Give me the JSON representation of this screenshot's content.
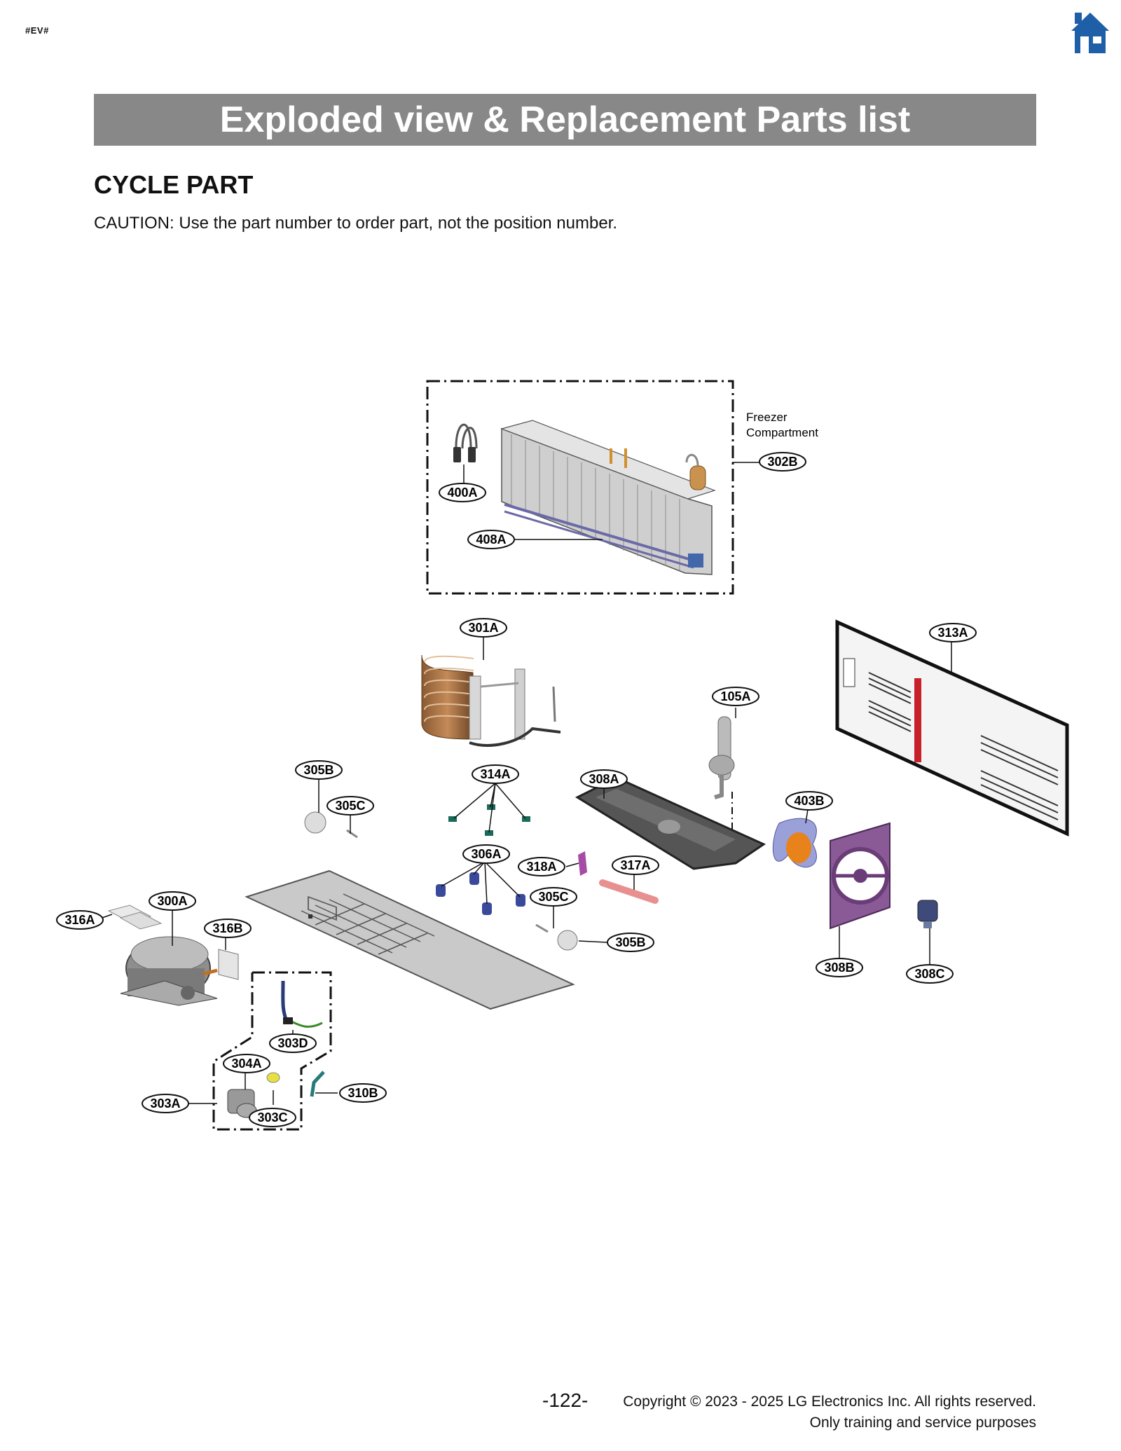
{
  "header": {
    "tag": "#EV#",
    "home_icon": "home-icon",
    "title": "Exploded view & Replacement Parts list"
  },
  "section": {
    "title": "CYCLE PART",
    "caution": "CAUTION: Use the part number to order part, not the position number."
  },
  "diagram": {
    "freezer_label_line1": "Freezer",
    "freezer_label_line2": "Compartment",
    "callouts": {
      "c400A": "400A",
      "c408A": "408A",
      "c302B": "302B",
      "c301A": "301A",
      "c313A": "313A",
      "c105A": "105A",
      "c305B_top": "305B",
      "c305C_top": "305C",
      "c314A": "314A",
      "c308A": "308A",
      "c403B": "403B",
      "c306A": "306A",
      "c318A": "318A",
      "c317A": "317A",
      "c305C_mid": "305C",
      "c305B_mid": "305B",
      "c300A": "300A",
      "c316A": "316A",
      "c316B": "316B",
      "c303D": "303D",
      "c304A": "304A",
      "c303A": "303A",
      "c303C": "303C",
      "c310B": "310B",
      "c308B": "308B",
      "c308C": "308C"
    }
  },
  "footer": {
    "page_number": "-122-",
    "copyright_line1": "Copyright © 2023 - 2025 LG Electronics Inc. All rights reserved.",
    "copyright_line2": "Only training and service purposes"
  }
}
